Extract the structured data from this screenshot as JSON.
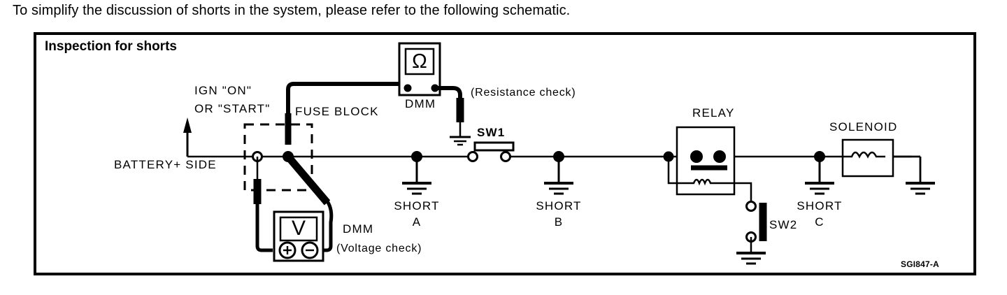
{
  "intro": {
    "text": "To simplify the discussion of shorts in the system, please refer to the following schematic."
  },
  "figure": {
    "title": "Inspection for shorts",
    "code": "SGI847-A"
  },
  "labels": {
    "ign_line1": "IGN \"ON\"",
    "ign_line2": "OR \"START\"",
    "fuse_block": "FUSE BLOCK",
    "battery_side": "BATTERY+ SIDE",
    "dmm_top": "DMM",
    "resistance_check": "(Resistance check)",
    "dmm_bottom": "DMM",
    "voltage_check": "(Voltage check)",
    "sw1": "SW1",
    "sw2": "SW2",
    "relay": "RELAY",
    "solenoid": "SOLENOID",
    "short_a_line1": "SHORT",
    "short_a_line2": "A",
    "short_b_line1": "SHORT",
    "short_b_line2": "B",
    "short_c_line1": "SHORT",
    "short_c_line2": "C",
    "ohm_symbol": "Ω",
    "volt_symbol": "V",
    "plus_symbol": "+",
    "minus_symbol": "–"
  },
  "colors": {
    "ink": "#000000",
    "paper": "#ffffff"
  }
}
